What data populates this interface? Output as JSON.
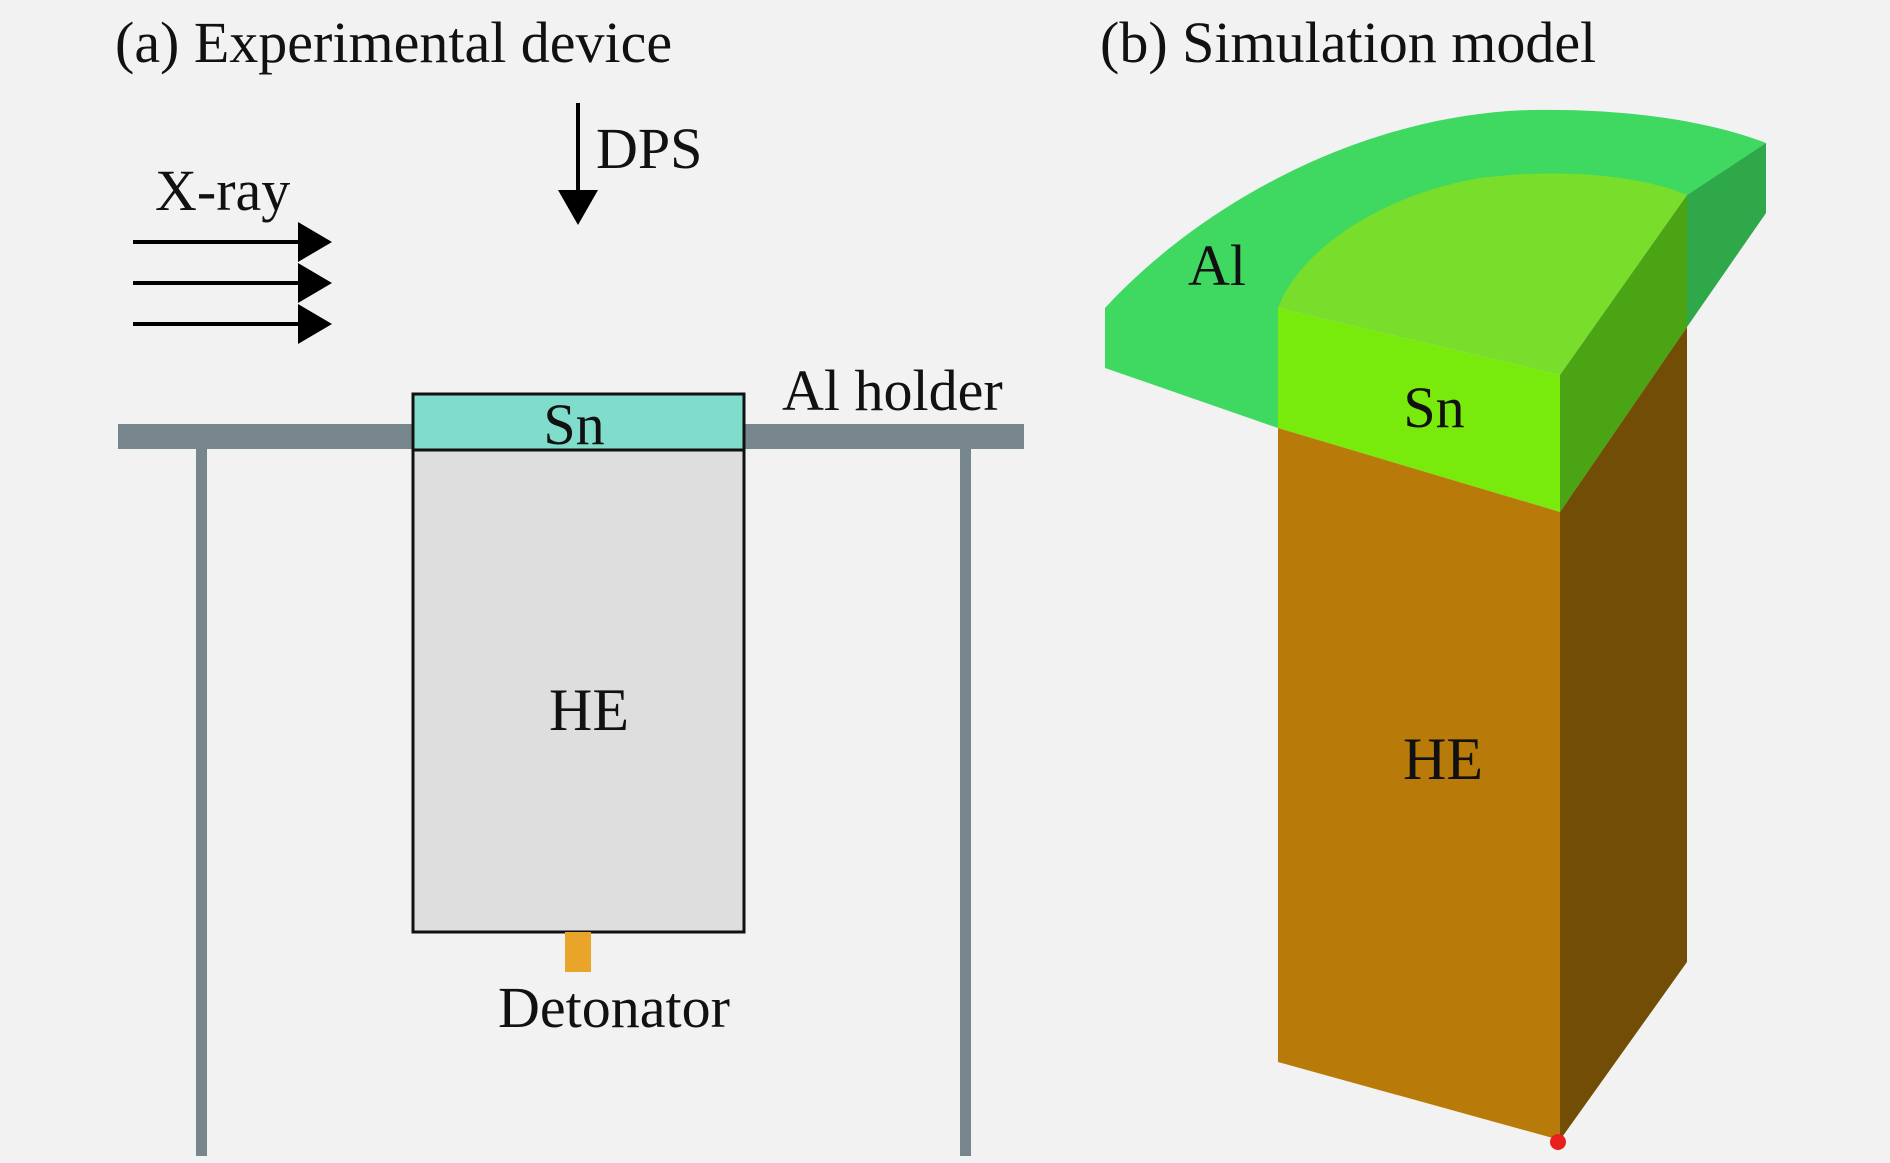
{
  "panel_a": {
    "title": "(a) Experimental device",
    "labels": {
      "dps": "DPS",
      "xray": "X-ray",
      "al_holder": "Al holder",
      "sn": "Sn",
      "he": "HE",
      "detonator": "Detonator"
    }
  },
  "panel_b": {
    "title": "(b) Simulation model",
    "labels": {
      "al": "Al",
      "sn": "Sn",
      "he": "HE"
    }
  },
  "colors": {
    "background": "#f2f2f2",
    "holder": "#76868c",
    "sn_plate": "#80dccb",
    "he_body": "#dedede",
    "detonator": "#e8a52a",
    "al_top": "#3fd860",
    "al_side": "#2ea848",
    "sn_top": "#79dd2c",
    "sn_front": "#78ea0c",
    "sn_side": "#4aa414",
    "he_front": "#b87b0a",
    "he_side": "#714d05",
    "marker": "#e8201c"
  }
}
